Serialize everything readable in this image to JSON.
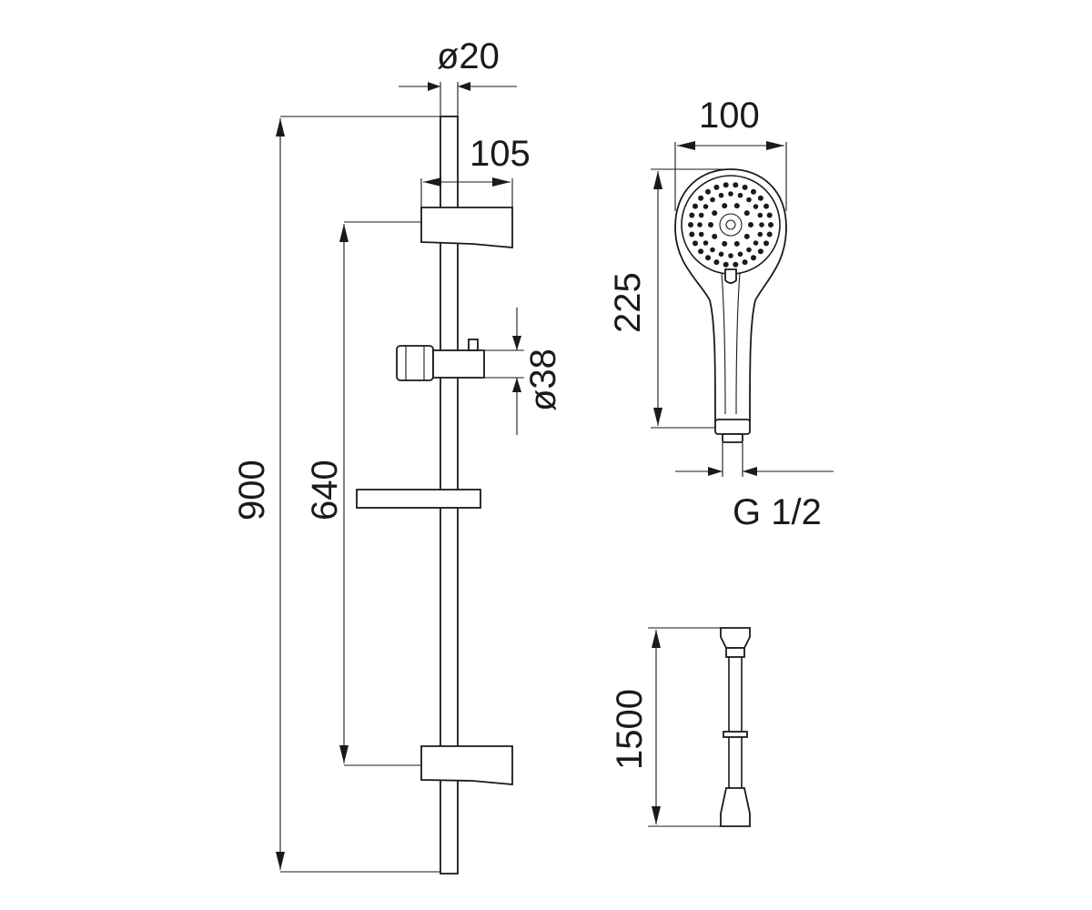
{
  "dimensions": {
    "rail_diameter": "ø20",
    "rail_length": "900",
    "bracket_spacing": "640",
    "bracket_depth": "105",
    "holder_diameter": "ø38",
    "head_width": "100",
    "head_length": "225",
    "connector_thread": "G 1/2",
    "hose_length": "1500"
  },
  "colors": {
    "line": "#1a1a1a",
    "background": "#ffffff"
  }
}
